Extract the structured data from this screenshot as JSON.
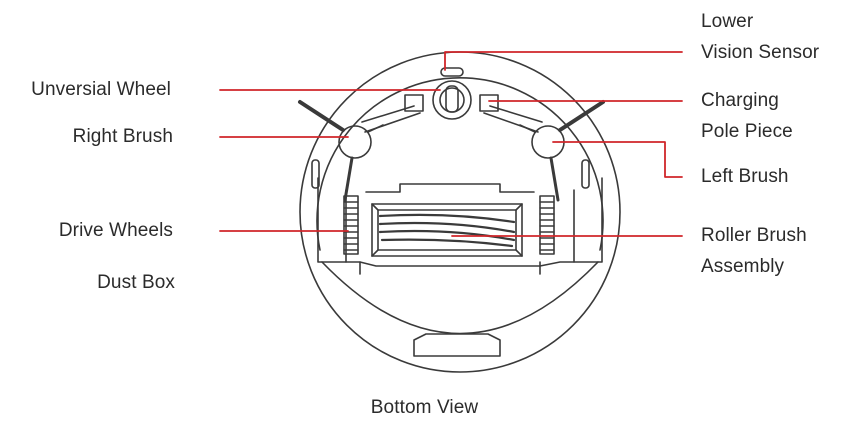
{
  "diagram": {
    "caption": "Bottom View",
    "colors": {
      "outline": "#3a3a3a",
      "leader": "#d0262a",
      "text": "#2b2b2b"
    },
    "labels": {
      "unversial_wheel": "Unversial Wheel",
      "right_brush": "Right Brush",
      "drive_wheels": "Drive Wheels",
      "dust_box": "Dust Box",
      "lower_vision_sensor": [
        "Lower",
        "Vision Sensor"
      ],
      "charging_pole_piece": [
        "Charging",
        "Pole Piece"
      ],
      "left_brush": "Left Brush",
      "roller_brush_assembly": [
        "Roller Brush",
        "Assembly"
      ]
    }
  }
}
